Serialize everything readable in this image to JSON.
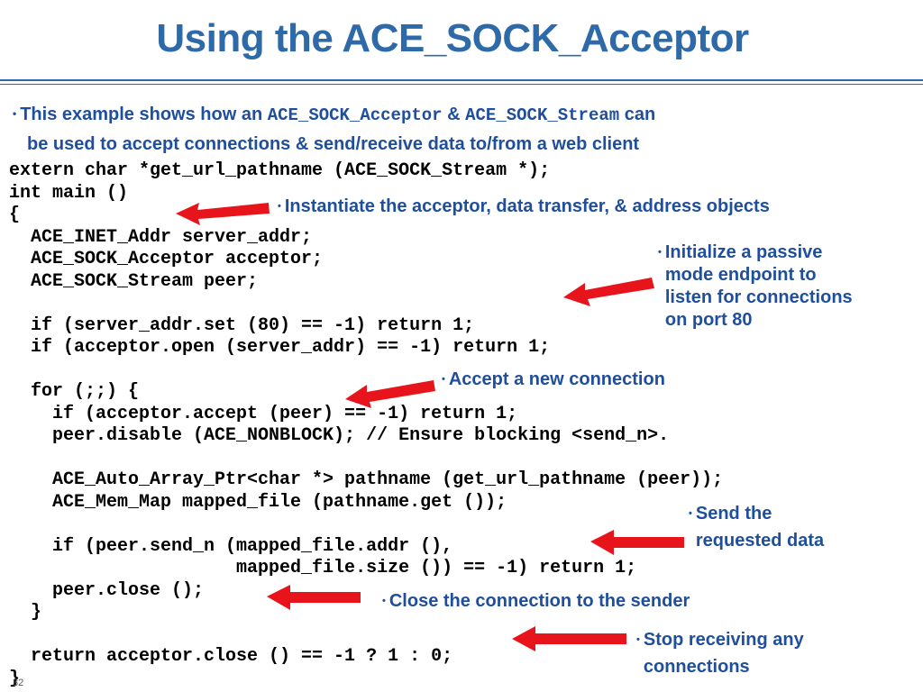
{
  "title": "Using the ACE_SOCK_Acceptor",
  "intro": {
    "bullet": "•",
    "text_1": "This example shows how an ",
    "code_1": "ACE_SOCK_Acceptor",
    "text_2": " & ",
    "code_2": "ACE_SOCK_Stream",
    "text_3": " can",
    "line_2": "be used to accept connections & send/receive data to/from a web client"
  },
  "code_lines": [
    "extern char *get_url_pathname (ACE_SOCK_Stream *);",
    "int main ()",
    "{",
    "  ACE_INET_Addr server_addr;",
    "  ACE_SOCK_Acceptor acceptor;",
    "  ACE_SOCK_Stream peer;",
    "",
    "  if (server_addr.set (80) == -1) return 1;",
    "  if (acceptor.open (server_addr) == -1) return 1;",
    "",
    "  for (;;) {",
    "    if (acceptor.accept (peer) == -1) return 1;",
    "    peer.disable (ACE_NONBLOCK); // Ensure blocking <send_n>.",
    "",
    "    ACE_Auto_Array_Ptr<char *> pathname (get_url_pathname (peer));",
    "    ACE_Mem_Map mapped_file (pathname.get ());",
    "",
    "    if (peer.send_n (mapped_file.addr (),",
    "                     mapped_file.size ()) == -1) return 1;",
    "    peer.close ();",
    "  }",
    "",
    "  return acceptor.close () == -1 ? 1 : 0;",
    "}"
  ],
  "annotations": {
    "instantiate": "Instantiate the acceptor, data transfer, & address objects",
    "initialize": "Initialize a passive\nmode endpoint to\nlisten for connections\non port 80",
    "accept": "Accept a new connection",
    "send": "Send the\nrequested data",
    "close": "Close the connection to the sender",
    "stop": "Stop receiving any\nconnections"
  },
  "bullet": "•",
  "page_number": "32",
  "colors": {
    "title": "#2e6aa8",
    "annotation_text": "#1f4f9c",
    "arrow": "#e8141c"
  }
}
